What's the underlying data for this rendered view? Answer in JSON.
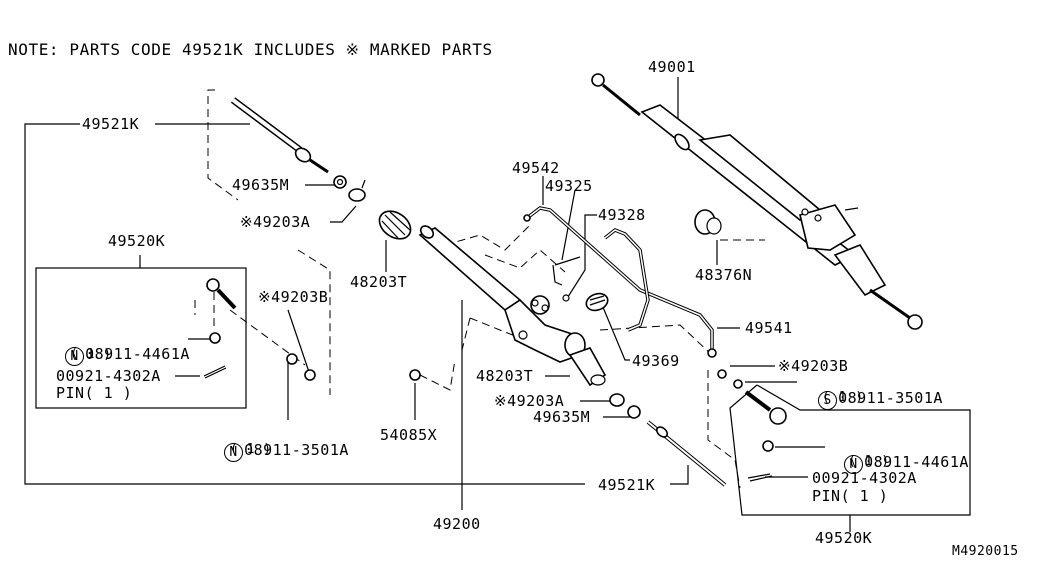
{
  "note": "NOTE: PARTS CODE 49521K INCLUDES ※ MARKED PARTS",
  "diagram_code": "M4920015",
  "labels": {
    "p49521K_top": "49521K",
    "p49635M_top": "49635M",
    "p49203A_top": "※49203A",
    "p49520K_left": "49520K",
    "p08911_4461A_left": "08911-4461A",
    "p08911_4461A_left_qty": "( 1 )",
    "p00921_4302A_left": "00921-4302A",
    "pin_left": "PIN( 1 )",
    "p49203B_left": "※49203B",
    "p08911_3501A_left": "08911-3501A",
    "p08911_3501A_left_qty": "( 1 )",
    "p48203T_top": "48203T",
    "p49542": "49542",
    "p49325": "49325",
    "p49328": "49328",
    "p49001": "49001",
    "p48376N": "48376N",
    "p49541": "49541",
    "p49369": "49369",
    "p48203T_bottom": "48203T",
    "p49203A_bottom": "※49203A",
    "p49635M_bottom": "49635M",
    "p54085X": "54085X",
    "p49200": "49200",
    "p49521K_bottom": "49521K",
    "p49203B_right": "※49203B",
    "p08911_3501A_right": "08911-3501A",
    "p08911_3501A_right_qty": "( 1 )",
    "p08911_4461A_right": "08911-4461A",
    "p08911_4461A_right_qty": "( 1 )",
    "p00921_4302A_right": "00921-4302A",
    "pin_right": "PIN( 1 )",
    "p49520K_right": "49520K"
  },
  "symbols": {
    "n_mark": "N",
    "s_mark": "S"
  }
}
